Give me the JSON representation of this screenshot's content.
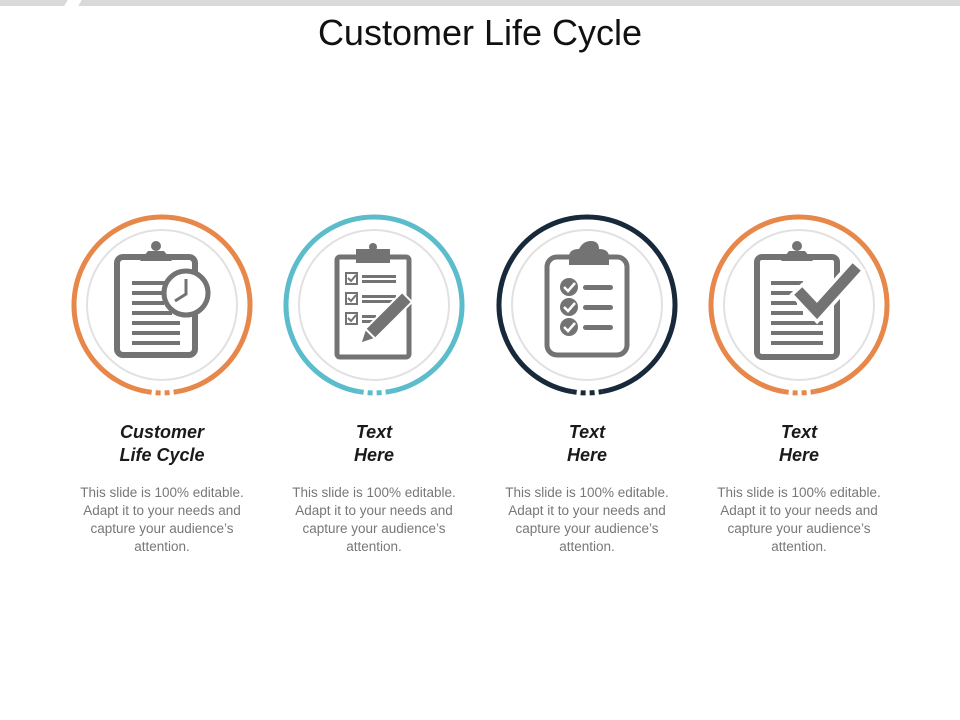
{
  "header": {
    "title": "Customer Life Cycle"
  },
  "colors": {
    "orange": "#e8874a",
    "teal": "#5bbccc",
    "navy": "#17293a",
    "icon_gray": "#737373"
  },
  "items": [
    {
      "heading_line1": "Customer",
      "heading_line2": "Life Cycle",
      "description": "This slide is 100% editable. Adapt it to your needs and capture your audience’s attention.",
      "ring_color": "orange",
      "icon": "clipboard-clock-icon"
    },
    {
      "heading_line1": "Text",
      "heading_line2": "Here",
      "description": "This slide is 100% editable. Adapt it to your needs and capture your audience’s attention.",
      "ring_color": "teal",
      "icon": "clipboard-checklist-pencil-icon"
    },
    {
      "heading_line1": "Text",
      "heading_line2": "Here",
      "description": "This slide is 100% editable. Adapt it to your needs and capture your audience’s attention.",
      "ring_color": "navy",
      "icon": "clipboard-checkmarks-icon"
    },
    {
      "heading_line1": "Text",
      "heading_line2": "Here",
      "description": "This slide is 100% editable. Adapt it to your needs and capture your audience’s attention.",
      "ring_color": "orange",
      "icon": "clipboard-checkmark-icon"
    }
  ]
}
